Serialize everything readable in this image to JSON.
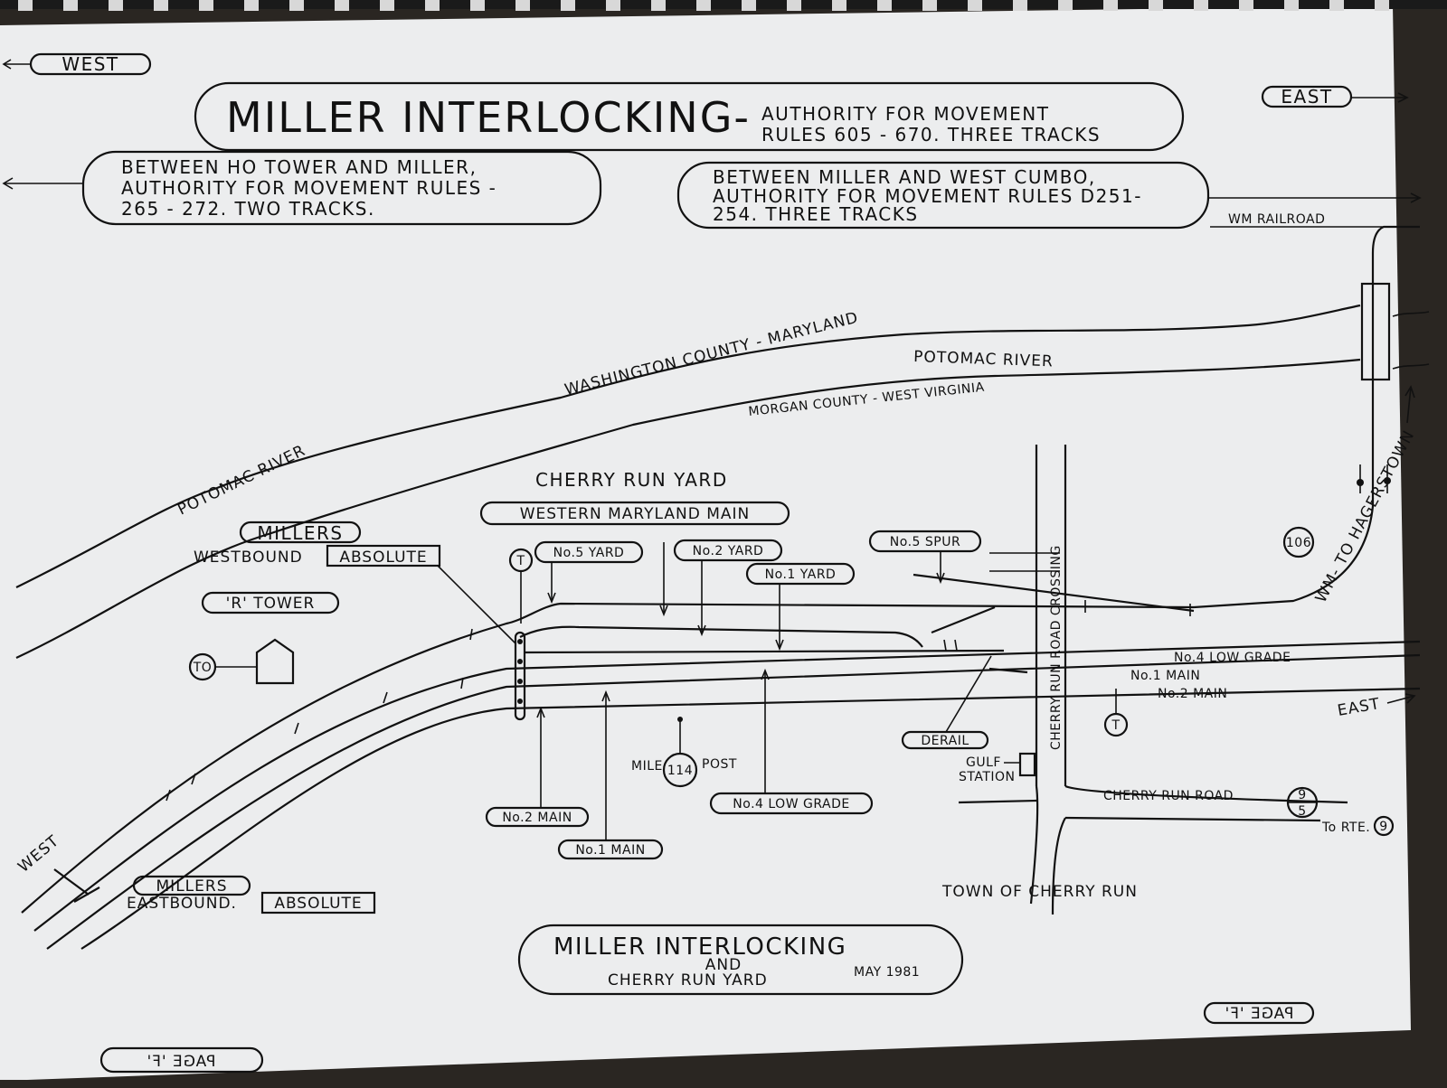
{
  "diagram": {
    "directions": {
      "west_top": "WEST",
      "east_top": "EAST",
      "west_bottom": "WEST",
      "east_right": "EAST"
    },
    "header": {
      "title": "MILLER INTERLOCKING-",
      "authority_line1": "AUTHORITY FOR MOVEMENT",
      "authority_line2": "RULES 605 - 670. THREE TRACKS"
    },
    "west_box": {
      "line1": "BETWEEN HO TOWER AND MILLER,",
      "line2": "AUTHORITY FOR MOVEMENT RULES -",
      "line3": "265 - 272. TWO TRACKS."
    },
    "east_box": {
      "line1": "BETWEEN MILLER AND WEST CUMBO,",
      "line2": "AUTHORITY FOR MOVEMENT RULES D251-",
      "line3": "254. THREE TRACKS"
    },
    "geography": {
      "wm_railroad": "WM RAILROAD",
      "state_north": "WASHINGTON COUNTY - MARYLAND",
      "river_upper": "POTOMAC RIVER",
      "state_south": "MORGAN COUNTY - WEST VIRGINIA",
      "river_lower": "POTOMAC RIVER",
      "to_hagerstown": "WM- TO HAGERSTOWN"
    },
    "yard": {
      "cherry_run_yard": "CHERRY RUN YARD",
      "western_maryland_main": "WESTERN MARYLAND MAIN",
      "no5_yard": "No.5 YARD",
      "no2_yard": "No.2 YARD",
      "no1_yard": "No.1 YARD",
      "no5_spur": "No.5 SPUR",
      "crossing": "CHERRY RUN ROAD CROSSING",
      "no4_low_grade_r": "No.4 LOW GRADE",
      "no1_main_r": "No.1 MAIN",
      "no2_main_r": "No.2 MAIN",
      "signal_t": "T",
      "sign_106": "106"
    },
    "left_labels": {
      "millers_w": "MILLERS",
      "westbound": "WESTBOUND",
      "absolute_w": "ABSOLUTE",
      "r_tower": "'R' TOWER",
      "to": "TO",
      "millers_e": "MILLERS",
      "eastbound": "EASTBOUND.",
      "absolute_e": "ABSOLUTE"
    },
    "bottom_labels": {
      "no2_main": "No.2 MAIN",
      "no1_main": "No.1 MAIN",
      "mile": "MILE",
      "milepost_number": "114",
      "post": "POST",
      "no4_low_grade": "No.4 LOW GRADE",
      "derail": "DERAIL",
      "gulf_station_1": "GULF",
      "gulf_station_2": "STATION",
      "cherry_run_road": "CHERRY RUN ROAD",
      "route_top": "9",
      "route_bottom": "5",
      "to_rte": "To RTE.",
      "rte_number": "9",
      "town": "TOWN OF CHERRY RUN"
    },
    "footer": {
      "line1": "MILLER INTERLOCKING",
      "line2": "AND",
      "line3": "CHERRY RUN YARD",
      "date": "MAY 1981",
      "page_label": "PAGE 'F'"
    }
  },
  "colors": {
    "paper": "#ecedee",
    "ink": "#111111",
    "background": "#2a2622"
  }
}
